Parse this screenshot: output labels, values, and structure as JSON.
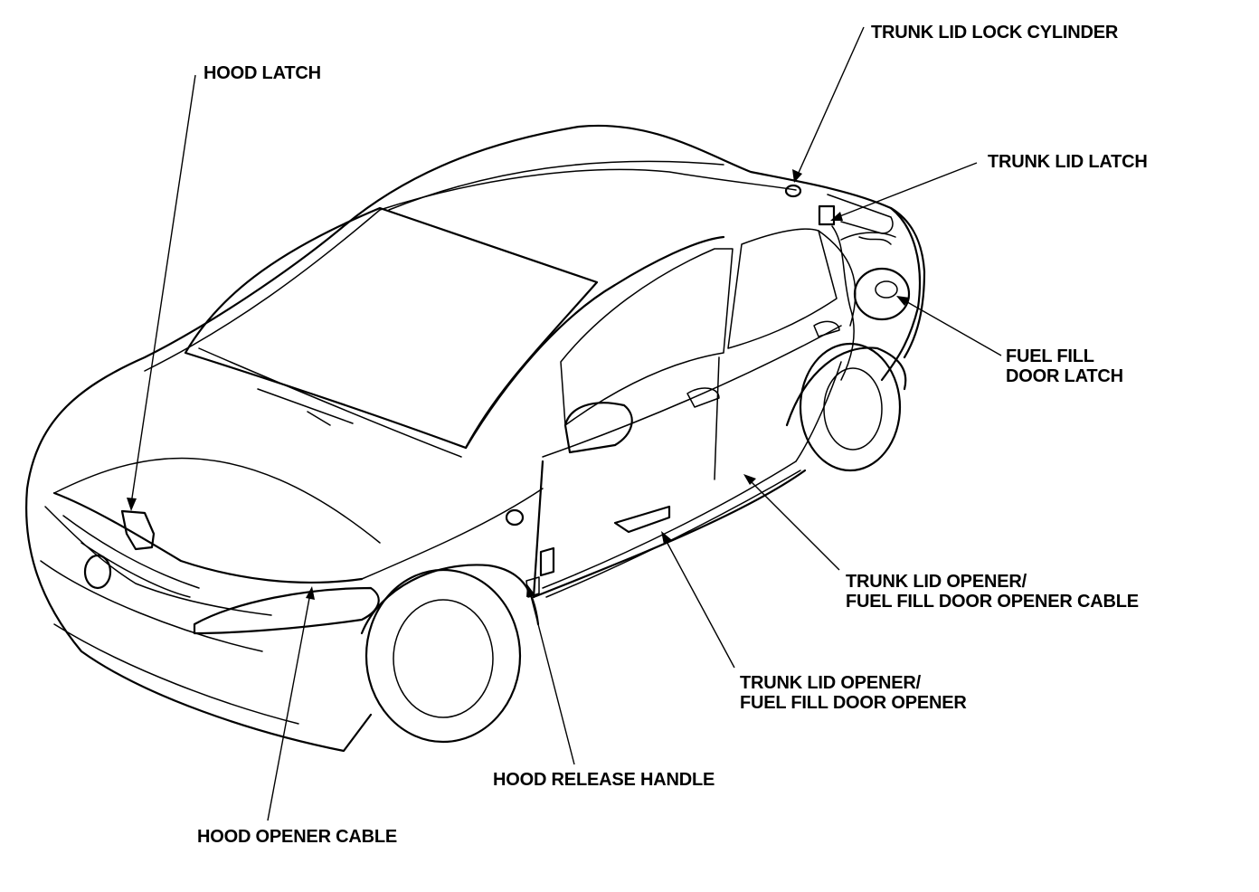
{
  "diagram": {
    "callouts": [
      {
        "id": "hood-latch",
        "lines": [
          "HOOD LATCH"
        ]
      },
      {
        "id": "trunk-lid-lock-cylinder",
        "lines": [
          "TRUNK LID LOCK CYLINDER"
        ]
      },
      {
        "id": "trunk-lid-latch",
        "lines": [
          "TRUNK LID LATCH"
        ]
      },
      {
        "id": "fuel-fill-door-latch",
        "lines": [
          "FUEL FILL",
          "DOOR LATCH"
        ]
      },
      {
        "id": "opener-cable",
        "lines": [
          "TRUNK LID OPENER/",
          "FUEL FILL DOOR OPENER CABLE"
        ]
      },
      {
        "id": "opener",
        "lines": [
          "TRUNK LID OPENER/",
          "FUEL FILL DOOR OPENER"
        ]
      },
      {
        "id": "hood-release-handle",
        "lines": [
          "HOOD RELEASE HANDLE"
        ]
      },
      {
        "id": "hood-opener-cable",
        "lines": [
          "HOOD OPENER CABLE"
        ]
      }
    ]
  }
}
